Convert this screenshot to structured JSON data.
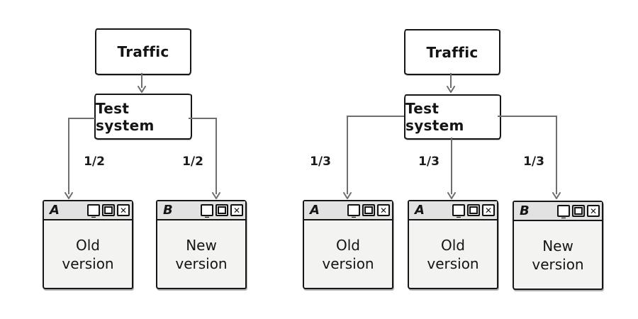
{
  "diagrams": [
    {
      "traffic_label": "Traffic",
      "test_system_label": "Test system",
      "branches": [
        {
          "fraction": "1/2",
          "window": {
            "title_letter": "A",
            "body": "Old version"
          }
        },
        {
          "fraction": "1/2",
          "window": {
            "title_letter": "B",
            "body": "New version"
          }
        }
      ]
    },
    {
      "traffic_label": "Traffic",
      "test_system_label": "Test system",
      "branches": [
        {
          "fraction": "1/3",
          "window": {
            "title_letter": "A",
            "body": "Old version"
          }
        },
        {
          "fraction": "1/3",
          "window": {
            "title_letter": "A",
            "body": "Old version"
          }
        },
        {
          "fraction": "1/3",
          "window": {
            "title_letter": "B",
            "body": "New version"
          }
        }
      ]
    }
  ],
  "window_controls": {
    "minimize_glyph": "_",
    "close_glyph": "✕"
  },
  "colors": {
    "background": "#ffffff",
    "box_border": "#161616",
    "connector_line": "#6e6e6e",
    "titlebar_bg": "#e2e2e2",
    "window_bg": "#f3f3f1"
  }
}
